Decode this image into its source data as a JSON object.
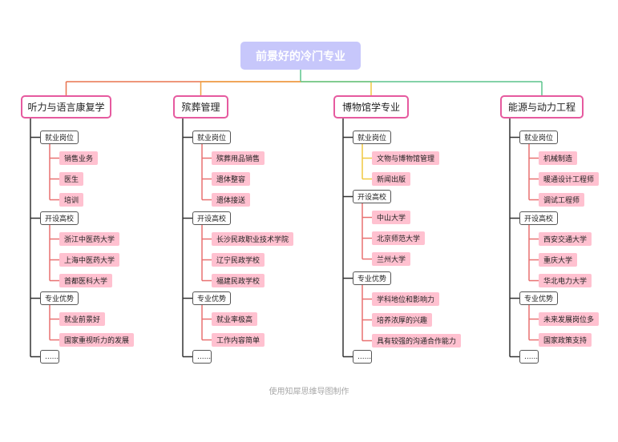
{
  "root": "前景好的冷门专业",
  "branches": [
    {
      "title": "听力与语言康复学",
      "color": "#e8734f",
      "categories": [
        {
          "label": "就业岗位",
          "items": [
            "销售业务",
            "医生",
            "培训"
          ]
        },
        {
          "label": "开设高校",
          "items": [
            "浙江中医药大学",
            "上海中医药大学",
            "首都医科大学"
          ]
        },
        {
          "label": "专业优势",
          "items": [
            "就业前景好",
            "国家重视听力的发展"
          ]
        },
        {
          "label": "......",
          "items": []
        }
      ]
    },
    {
      "title": "殡葬管理",
      "color": "#f0a040",
      "categories": [
        {
          "label": "就业岗位",
          "items": [
            "殡葬用品销售",
            "遗体整容",
            "遗体接送"
          ]
        },
        {
          "label": "开设高校",
          "items": [
            "长沙民政职业技术学院",
            "辽宁民政学校",
            "福建民政学校"
          ]
        },
        {
          "label": "专业优势",
          "items": [
            "就业率极高",
            "工作内容简单"
          ]
        },
        {
          "label": "......",
          "items": []
        }
      ]
    },
    {
      "title": "博物馆学专业",
      "color": "#f0c840",
      "categories": [
        {
          "label": "就业岗位",
          "items": [
            "文物与博物馆管理",
            "新闻出版"
          ]
        },
        {
          "label": "开设高校",
          "items": [
            "中山大学",
            "北京师范大学",
            "兰州大学"
          ]
        },
        {
          "label": "专业优势",
          "items": [
            "学科地位和影响力",
            "培养浓厚的兴趣",
            "具有较强的沟通合作能力"
          ]
        },
        {
          "label": "......",
          "items": []
        }
      ]
    },
    {
      "title": "能源与动力工程",
      "color": "#5cc48c",
      "categories": [
        {
          "label": "就业岗位",
          "items": [
            "机械制造",
            "暖通设计工程师",
            "调试工程师"
          ]
        },
        {
          "label": "开设高校",
          "items": [
            "西安交通大学",
            "重庆大学",
            "华北电力大学"
          ]
        },
        {
          "label": "专业优势",
          "items": [
            "未来发展岗位多",
            "国家政策支持"
          ]
        },
        {
          "label": "......",
          "items": []
        }
      ]
    }
  ],
  "footer": "使用知犀思维导图制作"
}
